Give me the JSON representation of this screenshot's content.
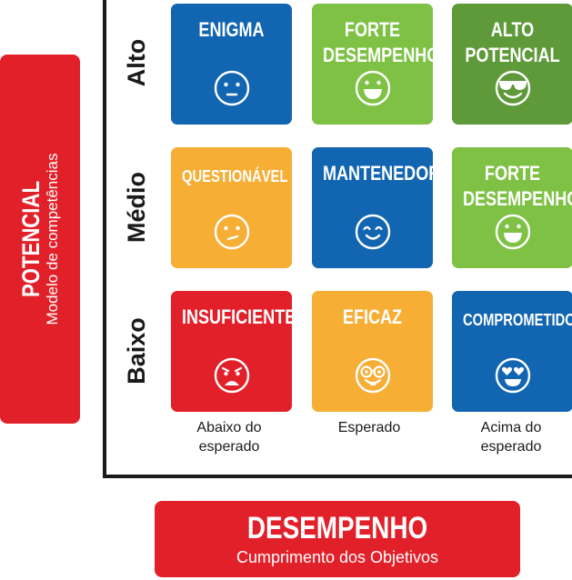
{
  "potencial": {
    "title": "POTENCIAL",
    "subtitle": "Modelo de competências"
  },
  "desempenho": {
    "title": "DESEMPENHO",
    "subtitle": "Cumprimento dos Objetivos"
  },
  "rows": [
    "Alto",
    "Médio",
    "Baixo"
  ],
  "columns": [
    {
      "line1": "Abaixo do",
      "line2": "esperado"
    },
    {
      "line1": "Esperado",
      "line2": ""
    },
    {
      "line1": "Acima do",
      "line2": "esperado"
    }
  ],
  "cells": [
    {
      "line1": "ENIGMA",
      "line2": "",
      "color": "#1265b0",
      "icon": "neutral-face-icon"
    },
    {
      "line1": "FORTE",
      "line2": "DESEMPENHO",
      "color": "#7ec144",
      "icon": "grinning-face-icon"
    },
    {
      "line1": "ALTO",
      "line2": "POTENCIAL",
      "color": "#5f9a3a",
      "icon": "sunglasses-face-icon"
    },
    {
      "line1": "QUESTIONÁVEL",
      "line2": "",
      "color": "#f6ae35",
      "icon": "skeptical-face-icon"
    },
    {
      "line1": "MANTENEDOR",
      "line2": "",
      "color": "#1265b0",
      "icon": "smiling-face-icon"
    },
    {
      "line1": "FORTE",
      "line2": "DESEMPENHO",
      "color": "#7ec144",
      "icon": "grinning-face-icon"
    },
    {
      "line1": "INSUFICIENTE",
      "line2": "",
      "color": "#e2202a",
      "icon": "distressed-face-icon"
    },
    {
      "line1": "EFICAZ",
      "line2": "",
      "color": "#f6ae35",
      "icon": "nerd-face-icon"
    },
    {
      "line1": "COMPROMETIDO",
      "line2": "",
      "color": "#1265b0",
      "icon": "heart-eyes-face-icon"
    }
  ]
}
